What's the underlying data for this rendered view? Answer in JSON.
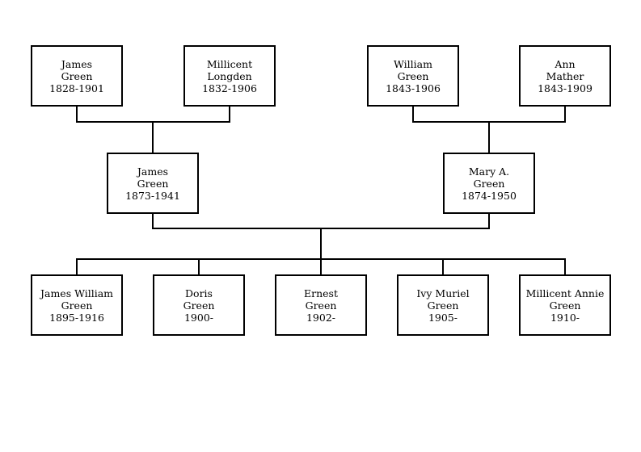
{
  "colors": {
    "line": "#000000",
    "box_border": "#000000",
    "box_fill": "#ffffff",
    "text": "#000000"
  },
  "people": {
    "james_green_1828": {
      "first": "James",
      "last": "Green",
      "years": "1828-1901"
    },
    "millicent_longden": {
      "first": "Millicent",
      "last": "Longden",
      "years": "1832-1906"
    },
    "william_green": {
      "first": "William",
      "last": "Green",
      "years": "1843-1906"
    },
    "ann_mather": {
      "first": "Ann",
      "last": "Mather",
      "years": "1843-1909"
    },
    "james_green_1873": {
      "first": "James",
      "last": "Green",
      "years": "1873-1941"
    },
    "mary_a_green": {
      "first": "Mary A.",
      "last": "Green",
      "years": "1874-1950"
    },
    "james_william_green": {
      "first": "James William",
      "last": "Green",
      "years": "1895-1916"
    },
    "doris_green": {
      "first": "Doris",
      "last": "Green",
      "years": "1900-"
    },
    "ernest_green": {
      "first": "Ernest",
      "last": "Green",
      "years": "1902-"
    },
    "ivy_muriel_green": {
      "first": "Ivy Muriel",
      "last": "Green",
      "years": "1905-"
    },
    "millicent_annie_green": {
      "first": "Millicent Annie",
      "last": "Green",
      "years": "1910-"
    }
  }
}
